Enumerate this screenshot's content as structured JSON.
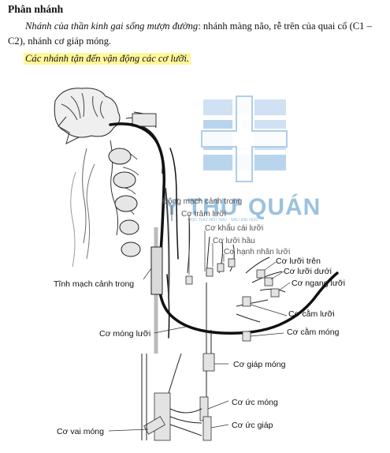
{
  "heading": "Phân nhánh",
  "paragraph": {
    "italic_part": "Nhánh của thần kinh gai sống mượn đường",
    "rest": ": nhánh màng não, rễ trên của quai cổ (C1 – C2), nhánh cơ giáp móng."
  },
  "highlight_line": "Các nhánh tận đến vận động các cơ lưỡi.",
  "watermark": {
    "text": "Y THƯ QUÁN",
    "subtext": "HỌC THỨ NÔI THU · SAU ĐẠI HỌC"
  },
  "figure_labels": {
    "dong_mach_canh_trong": "Động mạch cảnh trong",
    "co_tram_luoi": "Cơ trâm lưỡi",
    "co_khau_cai_luoi": "Cơ khẩu cái lưỡi",
    "co_luoi_hau": "Cơ lưỡi hầu",
    "co_hanh_nhan_luoi": "Cơ hạnh nhân lưỡi",
    "co_luoi_tren": "Cơ lưỡi trên",
    "co_luoi_duoi": "Cơ lưỡi dưới",
    "co_ngang_luoi": "Cơ ngang lưỡi",
    "tinh_mach_canh_trong": "Tĩnh mạch cảnh trong",
    "co_cam_luoi": "Cơ cằm lưỡi",
    "co_cam_mong": "Cơ cằm móng",
    "co_mong_luoi": "Cơ móng lưỡi",
    "co_giap_mong": "Cơ giáp móng",
    "co_uc_mong": "Cơ ức móng",
    "co_uc_giap": "Cơ ức giáp",
    "co_vai_mong": "Cơ vai móng"
  },
  "colors": {
    "highlight": "#fff79a",
    "watermark": "#4a8fc4",
    "nerve": "#111111"
  }
}
